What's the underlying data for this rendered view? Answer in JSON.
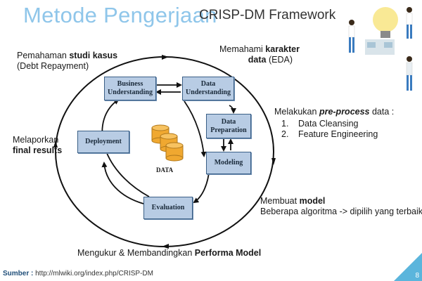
{
  "header": {
    "title": "Metode Pengerjaan",
    "subtitle": "CRISP-DM Framework"
  },
  "phases": {
    "business": "Business Understanding",
    "data_understanding": "Data Understanding",
    "data_preparation": "Data Preparation",
    "modeling": "Modeling",
    "evaluation": "Evaluation",
    "deployment": "Deployment",
    "data": "DATA"
  },
  "annotations": {
    "business": {
      "prefix": "Pemahaman ",
      "bold": "studi kasus",
      "line2": "(Debt Repayment)"
    },
    "eda": {
      "prefix": "Memahami ",
      "bold": "karakter",
      "line2_bold": "data",
      "line2_rest": " (EDA)"
    },
    "preprocess": {
      "prefix": "Melakukan ",
      "bold": "pre-process",
      "suffix": " data :",
      "items": [
        {
          "num": "1.",
          "text": "Data Cleansing"
        },
        {
          "num": "2.",
          "text": "Feature Engineering"
        }
      ]
    },
    "model": {
      "prefix": "Membuat ",
      "bold": "model",
      "line2": "Beberapa algoritma -> dipilih yang terbaik"
    },
    "report": {
      "line1": "Melaporkan",
      "bold": "final results"
    },
    "performance": {
      "prefix": "Mengukur & Membandingkan ",
      "bold": "Performa Model"
    }
  },
  "footer": {
    "source_label": "Sumber :",
    "source_url": " http://mlwiki.org/index.php/CRISP-DM",
    "page_number": "8"
  },
  "colors": {
    "title": "#8fc6ea",
    "box_fill": "#b8cce4",
    "box_border": "#3a5f86",
    "cylinder": "#f0a830",
    "corner": "#5bb5dc"
  },
  "illustration": "people-with-lightbulb"
}
